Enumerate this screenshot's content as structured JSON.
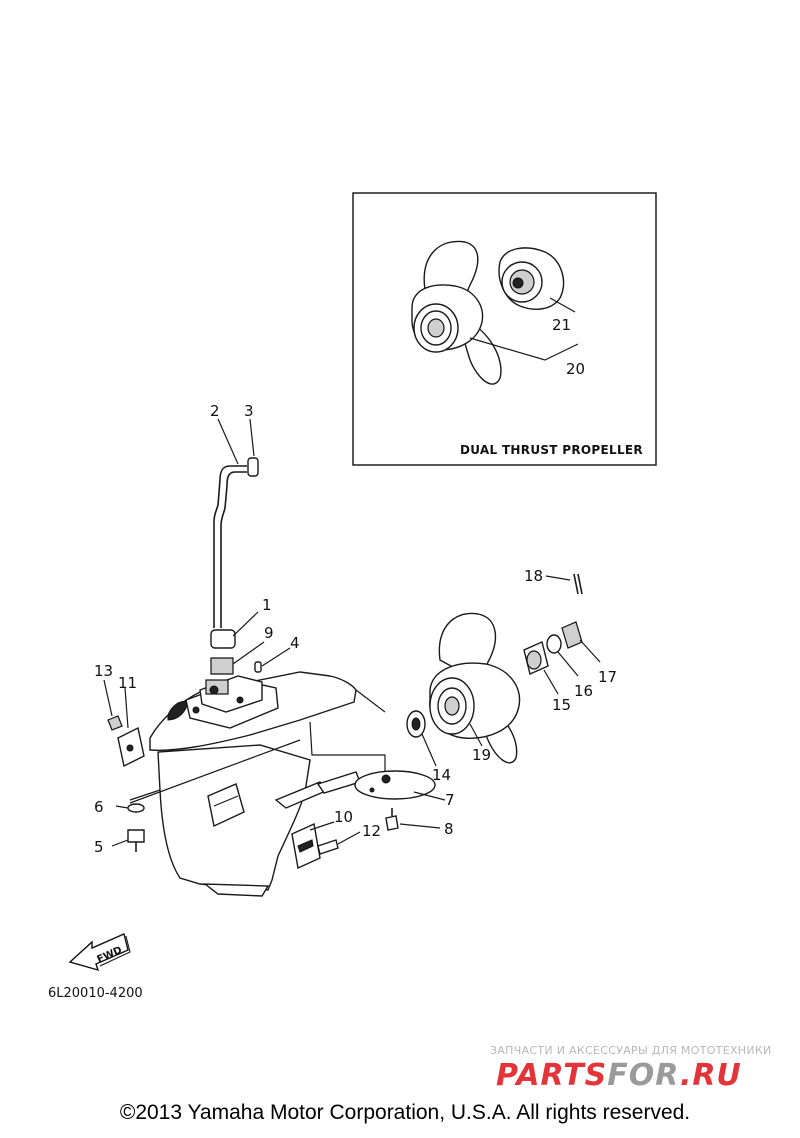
{
  "inset": {
    "title": "DUAL THRUST PROPELLER"
  },
  "callouts": {
    "c1": "1",
    "c2": "2",
    "c3": "3",
    "c4": "4",
    "c5": "5",
    "c6": "6",
    "c7": "7",
    "c8": "8",
    "c9": "9",
    "c10": "10",
    "c11": "11",
    "c12": "12",
    "c13": "13",
    "c14": "14",
    "c15": "15",
    "c16": "16",
    "c17": "17",
    "c18": "18",
    "c19": "19",
    "c20": "20",
    "c21": "21"
  },
  "fwd_label": "FWD",
  "drawing_code": "6L20010-4200",
  "watermark": {
    "tagline": "ЗАПЧАСТИ И АКСЕССУАРЫ ДЛЯ МОТОТЕХНИКИ",
    "brand_part1": "PARTS",
    "brand_part2": "FOR",
    "brand_part3": ".RU",
    "accent_color": "#e3343a",
    "accent_dark": "#9a9a9a"
  },
  "copyright": "©2013 Yamaha Motor Corporation, U.S.A. All rights reserved."
}
